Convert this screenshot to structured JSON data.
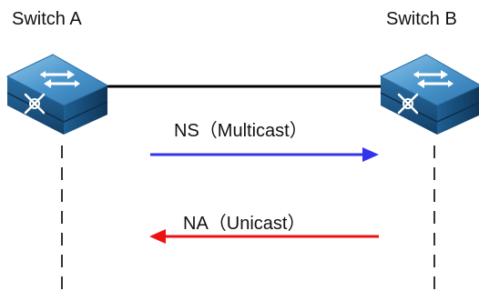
{
  "switches": {
    "a": {
      "name": "Switch A",
      "icon": "network-switch-icon"
    },
    "b": {
      "name": "Switch B",
      "icon": "network-switch-icon"
    }
  },
  "messages": {
    "ns": {
      "label": "NS（Multicast）",
      "direction": "A-to-B",
      "color": "#3333ee"
    },
    "na": {
      "label": "NA（Unicast）",
      "direction": "B-to-A",
      "color": "#ee1111"
    }
  },
  "colors": {
    "switch_top": "#4a96cc",
    "switch_side": "#1b5a8c",
    "link": "#000000",
    "lifeline": "#333333"
  }
}
